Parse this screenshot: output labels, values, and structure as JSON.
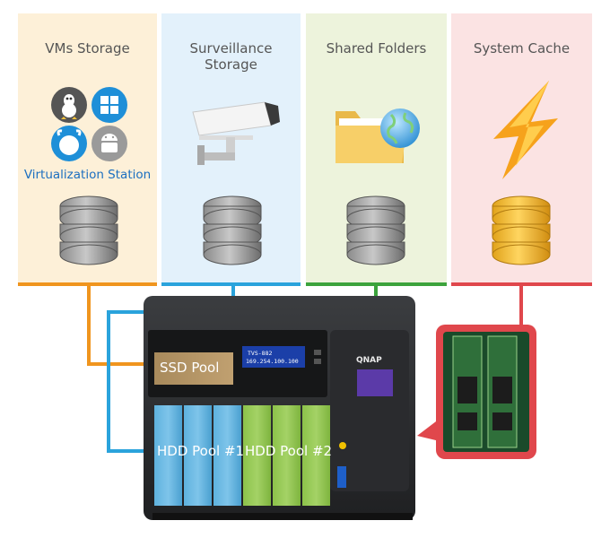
{
  "columns": [
    {
      "title": "VMs Storage",
      "bg": "#fdf0d8",
      "line": "#f0951e"
    },
    {
      "title": "Surveillance Storage",
      "bg": "#e3f1fb",
      "line": "#2aa3dc"
    },
    {
      "title": "Shared Folders",
      "bg": "#edf3dc",
      "line": "#3ca33c"
    },
    {
      "title": "System Cache",
      "bg": "#fbe3e3",
      "line": "#e0474c"
    }
  ],
  "vm_icons": [
    "linux-icon",
    "windows-icon",
    "freebsd-icon",
    "android-icon"
  ],
  "vm_app_label": "Virtualization Station",
  "nas": {
    "lcd_line1": "TVS-882",
    "lcd_line2": "169.254.100.100",
    "brand": "QNAP"
  },
  "pools": [
    {
      "label": "SSD Pool"
    },
    {
      "label": "HDD Pool #1"
    },
    {
      "label": "HDD Pool #2"
    }
  ]
}
